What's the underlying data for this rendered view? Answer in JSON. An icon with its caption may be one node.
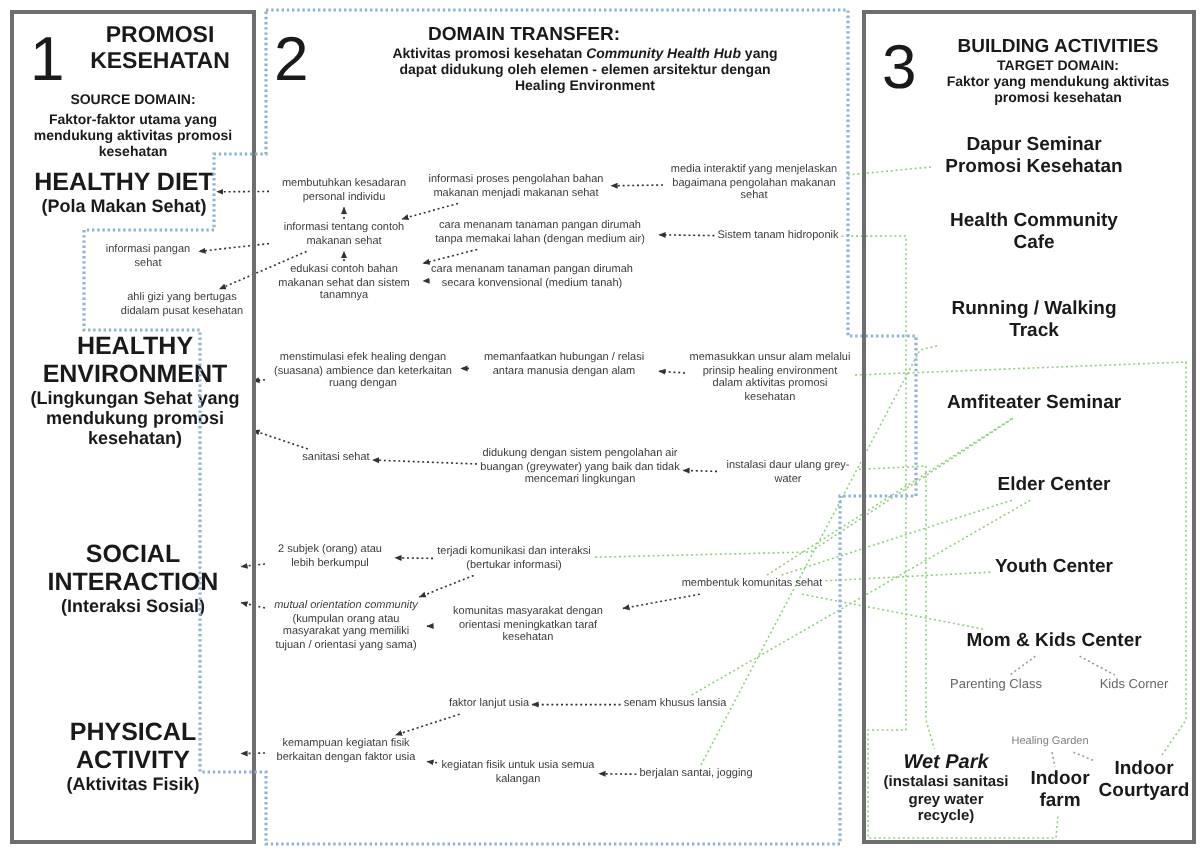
{
  "diagram": {
    "nodes": [
      {
        "text": [
          "1",
          "PROMOSI KESEHATAN",
          "SOURCE DOMAIN:",
          "Faktor-faktor utama yang mendukung aktivitas promosi kesehatan"
        ]
      },
      {
        "text": [
          "2",
          "DOMAIN TRANSFER:",
          "Aktivitas promosi kesehatan *Community Health Hub* yang dapat didukung oleh elemen - elemen arsitektur dengan Healing Environment"
        ]
      },
      {
        "text": [
          "3",
          "BUILDING ACTIVITIES",
          "TARGET DOMAIN:",
          "Faktor yang mendukung aktivitas promosi kesehatan"
        ]
      },
      {
        "text": [
          "HEALTHY DIET",
          "(Pola Makan Sehat)"
        ],
        "in": 0
      },
      {
        "text": [
          "HEALTHY ENVIRONMENT",
          "(Lingkungan Sehat yang mendukung promosi kesehatan)"
        ],
        "in": 0
      },
      {
        "text": [
          "SOCIAL INTERACTION",
          "(Interaksi Sosial)"
        ],
        "in": 0
      },
      {
        "text": [
          "PHYSICAL ACTIVITY",
          "(Aktivitas Fisik)"
        ],
        "in": 0
      },
      {
        "text": [
          "membutuhkan kesadaran personal individu"
        ],
        "in": 1
      },
      {
        "text": [
          "informasi tentang contoh makanan sehat"
        ],
        "in": 1
      },
      {
        "text": [
          "edukasi contoh bahan makanan sehat dan sistem tanamnya"
        ],
        "in": 1
      },
      {
        "text": [
          "informasi pangan sehat"
        ]
      },
      {
        "text": [
          "ahli gizi yang bertugas didalam pusat kesehatan"
        ]
      },
      {
        "text": [
          "informasi proses pengolahan bahan makanan menjadi makanan sehat"
        ],
        "in": 1
      },
      {
        "text": [
          "cara menanam tanaman pangan dirumah tanpa memakai lahan (dengan medium air)"
        ],
        "in": 1
      },
      {
        "text": [
          "cara menanam tanaman pangan dirumah secara konvensional (medium tanah)"
        ],
        "in": 1
      },
      {
        "text": [
          "media interaktif yang menjelaskan bagaimana pengolahan makanan sehat"
        ],
        "in": 1
      },
      {
        "text": [
          "Sistem tanam hidroponik"
        ],
        "in": 1
      },
      {
        "text": [
          "Dapur Seminar Promosi Kesehatan"
        ],
        "in": 2
      },
      {
        "text": [
          "Health Community Cafe"
        ],
        "in": 2
      },
      {
        "text": [
          "Running / Walking Track"
        ],
        "in": 2
      },
      {
        "text": [
          "Amfiteater Seminar"
        ],
        "in": 2
      },
      {
        "text": [
          "menstimulasi efek healing dengan (suasana) ambience dan keterkaitan ruang dengan"
        ],
        "in": 1
      },
      {
        "text": [
          "memanfaatkan hubungan / relasi antara manusia dengan alam"
        ],
        "in": 1
      },
      {
        "text": [
          "memasukkan unsur alam melalui prinsip healing environment dalam aktivitas promosi kesehatan"
        ],
        "in": 1
      },
      {
        "text": [
          "sanitasi sehat"
        ],
        "in": 1
      },
      {
        "text": [
          "didukung dengan sistem pengolahan air buangan (greywater) yang baik dan tidak mencemari lingkungan"
        ],
        "in": 1
      },
      {
        "text": [
          "instalasi daur ulang grey-water"
        ],
        "in": 1
      },
      {
        "text": [
          "Elder Center"
        ],
        "in": 2
      },
      {
        "text": [
          "2 subjek (orang) atau lebih berkumpul"
        ],
        "in": 1
      },
      {
        "text": [
          "*mutual orientation community* (kumpulan orang atau masyarakat yang memiliki tujuan / orientasi yang sama)"
        ],
        "in": 1
      },
      {
        "text": [
          "terjadi komunikasi dan interaksi (bertukar informasi)"
        ],
        "in": 1
      },
      {
        "text": [
          "komunitas masyarakat dengan orientasi meningkatkan taraf kesehatan"
        ],
        "in": 1
      },
      {
        "text": [
          "membentuk komunitas sehat"
        ],
        "in": 1
      },
      {
        "text": [
          "Youth Center"
        ],
        "in": 2
      },
      {
        "text": [
          "Mom & Kids Center"
        ],
        "in": 2
      },
      {
        "text": [
          "Parenting Class"
        ],
        "in": 2
      },
      {
        "text": [
          "Kids Corner"
        ],
        "in": 2
      },
      {
        "text": [
          "kemampuan kegiatan fisik berkaitan dengan faktor usia"
        ],
        "in": 1
      },
      {
        "text": [
          "faktor lanjut usia"
        ],
        "in": 1
      },
      {
        "text": [
          "senam khusus lansia"
        ],
        "in": 1
      },
      {
        "text": [
          "kegiatan fisik untuk usia semua kalangan"
        ],
        "in": 1
      },
      {
        "text": [
          "berjalan santai, jogging"
        ],
        "in": 1
      },
      {
        "text": [
          "Healing Garden"
        ],
        "in": 2
      },
      {
        "text": [
          "Wet Park",
          "(instalasi sanitasi grey water recycle)"
        ],
        "in": 2
      },
      {
        "text": [
          "Indoor farm"
        ],
        "in": 2
      },
      {
        "text": [
          "Indoor Courtyard"
        ],
        "in": 2
      }
    ],
    "edges": [
      {
        "from": 7,
        "to": 3,
        "arrow": "to"
      },
      {
        "from": 8,
        "to": 7,
        "arrow": "to"
      },
      {
        "from": 9,
        "to": 8,
        "arrow": "to"
      },
      {
        "from": 8,
        "to": 10,
        "arrow": "to"
      },
      {
        "from": 8,
        "to": 11,
        "arrow": "to"
      },
      {
        "from": 12,
        "to": 8,
        "arrow": "to"
      },
      {
        "from": 13,
        "to": 9,
        "arrow": "to"
      },
      {
        "from": 14,
        "to": 9,
        "arrow": "to"
      },
      {
        "from": 15,
        "to": 12,
        "arrow": "to"
      },
      {
        "from": 16,
        "to": 13,
        "arrow": "to"
      },
      {
        "from": 21,
        "to": 4,
        "arrow": "to"
      },
      {
        "from": 24,
        "to": 4,
        "arrow": "to"
      },
      {
        "from": 22,
        "to": 21,
        "arrow": "to"
      },
      {
        "from": 23,
        "to": 22,
        "arrow": "to"
      },
      {
        "from": 25,
        "to": 24,
        "arrow": "to"
      },
      {
        "from": 26,
        "to": 25,
        "arrow": "to"
      },
      {
        "from": 28,
        "to": 5,
        "arrow": "to"
      },
      {
        "from": 29,
        "to": 5,
        "arrow": "to"
      },
      {
        "from": 30,
        "to": 28,
        "arrow": "to"
      },
      {
        "from": 30,
        "to": 29,
        "arrow": "to"
      },
      {
        "from": 31,
        "to": 29,
        "arrow": "to"
      },
      {
        "from": 32,
        "to": 31,
        "arrow": "to"
      },
      {
        "from": 37,
        "to": 6,
        "arrow": "to"
      },
      {
        "from": 38,
        "to": 37,
        "arrow": "to"
      },
      {
        "from": 40,
        "to": 37,
        "arrow": "to"
      },
      {
        "from": 39,
        "to": 38,
        "arrow": "to"
      },
      {
        "from": 41,
        "to": 40,
        "arrow": "to"
      },
      {
        "from": 34,
        "to": 35,
        "arrow": "none",
        "color": "#9a9a9a"
      },
      {
        "from": 34,
        "to": 36,
        "arrow": "none",
        "color": "#9a9a9a"
      },
      {
        "from": 42,
        "to": 44,
        "arrow": "none",
        "color": "#9a9a9a"
      },
      {
        "from": 42,
        "to": 45,
        "arrow": "none",
        "color": "#9a9a9a"
      },
      {
        "from": 17,
        "to": 15,
        "arrow": "none",
        "color": "#8ed27a"
      },
      {
        "from": 16,
        "to": 44,
        "arrow": "none",
        "color": "#8ed27a"
      },
      {
        "from": 23,
        "to": 45,
        "arrow": "none",
        "color": "#8ed27a"
      },
      {
        "from": 26,
        "to": 43,
        "arrow": "none",
        "color": "#8ed27a"
      },
      {
        "from": 30,
        "to": 20,
        "arrow": "none",
        "color": "#8ed27a"
      },
      {
        "from": 32,
        "to": 20,
        "arrow": "none",
        "color": "#8ed27a"
      },
      {
        "from": 32,
        "to": 27,
        "arrow": "none",
        "color": "#8ed27a"
      },
      {
        "from": 32,
        "to": 33,
        "arrow": "none",
        "color": "#8ed27a"
      },
      {
        "from": 32,
        "to": 34,
        "arrow": "none",
        "color": "#8ed27a"
      },
      {
        "from": 39,
        "to": 27,
        "arrow": "none",
        "color": "#8ed27a"
      },
      {
        "from": 41,
        "to": 19,
        "arrow": "none",
        "color": "#8ed27a"
      }
    ]
  }
}
